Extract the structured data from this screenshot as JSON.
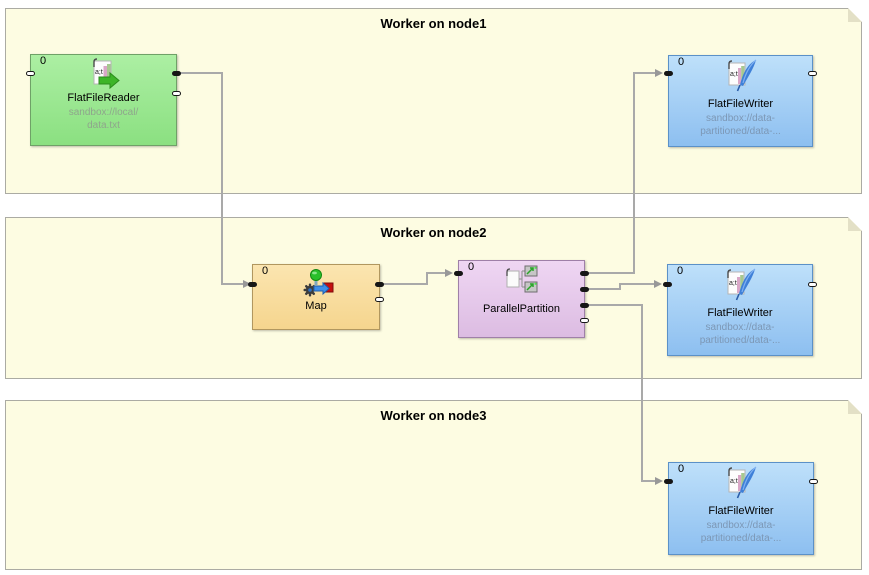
{
  "app": {
    "view": "dataflow-graph-canvas"
  },
  "lanes": [
    {
      "title": "Worker on node1"
    },
    {
      "title": "Worker on node2"
    },
    {
      "title": "Worker on node3"
    }
  ],
  "components": {
    "flatFileReader": {
      "name": "FlatFileReader",
      "phase": "0",
      "icon": "flat-file-reader-icon",
      "path_line1": "sandbox://local/",
      "path_line2": "data.txt"
    },
    "map": {
      "name": "Map",
      "phase": "0",
      "icon": "map-icon"
    },
    "parallelPartition": {
      "name": "ParallelPartition",
      "phase": "0",
      "icon": "parallel-partition-icon"
    },
    "flatFileWriter1": {
      "name": "FlatFileWriter",
      "phase": "0",
      "icon": "flat-file-writer-icon",
      "path_line1": "sandbox://data-",
      "path_line2": "partitioned/data-..."
    },
    "flatFileWriter2": {
      "name": "FlatFileWriter",
      "phase": "0",
      "icon": "flat-file-writer-icon",
      "path_line1": "sandbox://data-",
      "path_line2": "partitioned/data-..."
    },
    "flatFileWriter3": {
      "name": "FlatFileWriter",
      "phase": "0",
      "icon": "flat-file-writer-icon",
      "path_line1": "sandbox://data-",
      "path_line2": "partitioned/data-..."
    }
  },
  "edges": [
    {
      "from": "FlatFileReader:out0",
      "to": "Map:in0"
    },
    {
      "from": "Map:out0",
      "to": "ParallelPartition:in0"
    },
    {
      "from": "ParallelPartition:out0",
      "to": "FlatFileWriter-node1:in0"
    },
    {
      "from": "ParallelPartition:out1",
      "to": "FlatFileWriter-node2:in0"
    },
    {
      "from": "ParallelPartition:out2",
      "to": "FlatFileWriter-node3:in0"
    }
  ],
  "colors": {
    "note_bg": "#FDFCE2",
    "note_border": "#ABABA3",
    "reader_fill": "#9AE890",
    "map_fill": "#F8DCA0",
    "partition_fill": "#E3C4E9",
    "writer_fill": "#92C3F2",
    "edge": "#A9A9A9",
    "port": "#161616"
  }
}
